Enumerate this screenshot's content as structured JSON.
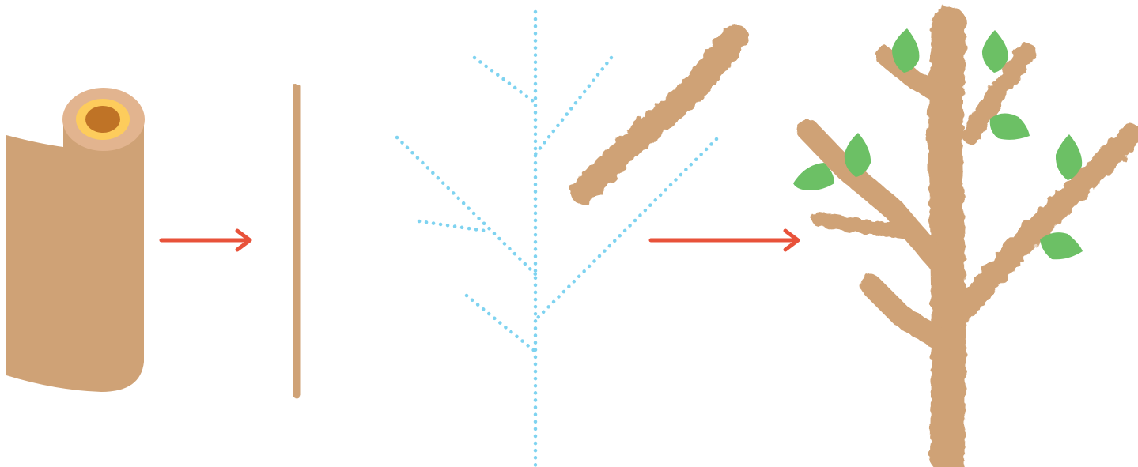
{
  "diagram": {
    "steps": [
      {
        "id": "paper-roll",
        "icon": "paper-roll-icon"
      },
      {
        "id": "twisted-strip",
        "icon": "twisted-paper-strip-icon"
      },
      {
        "id": "branch-template",
        "icon": "dotted-branch-outline-icon"
      },
      {
        "id": "paper-tree",
        "icon": "paper-tree-with-leaves-icon"
      }
    ],
    "arrows": [
      {
        "from": "paper-roll",
        "to": "twisted-strip"
      },
      {
        "from": "branch-template",
        "to": "paper-tree"
      }
    ],
    "colors": {
      "paper": "#cfa276",
      "paper_shadow": "#b8895e",
      "roll_rim": "#e2b48f",
      "roll_ring": "#fdcc5c",
      "roll_core": "#bf7326",
      "arrow": "#e8523a",
      "guide_dots": "#7fd3f0",
      "leaf": "#6cc065"
    }
  }
}
